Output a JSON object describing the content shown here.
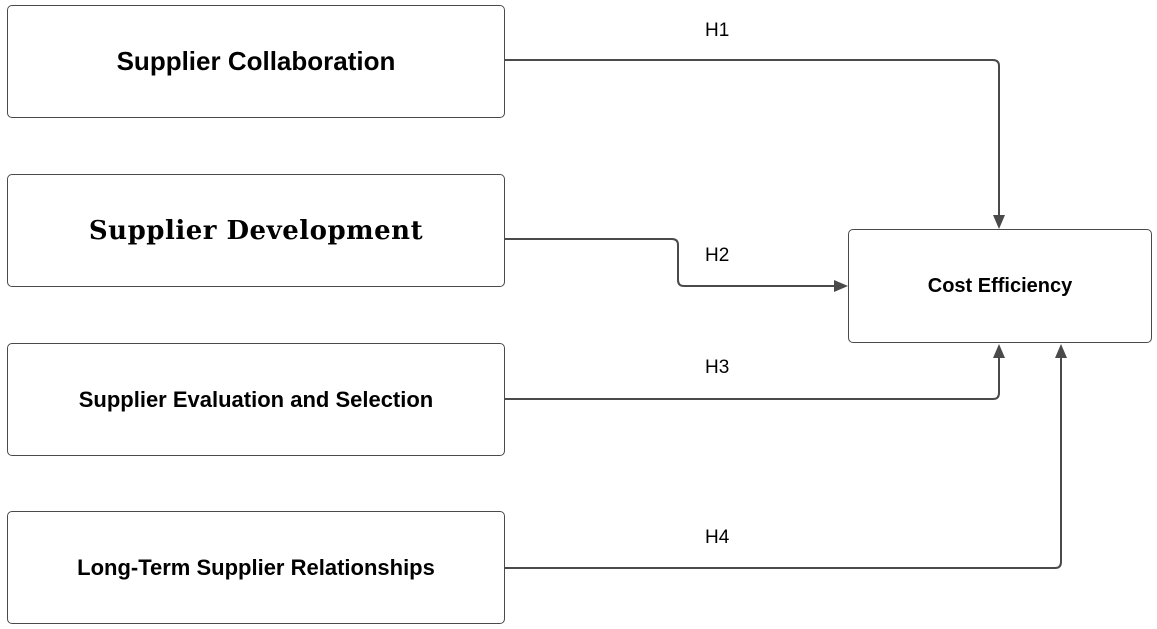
{
  "constructs": {
    "supplier_collaboration": "Supplier Collaboration",
    "supplier_development": "Supplier Development",
    "supplier_evaluation": "Supplier Evaluation and Selection",
    "long_term_relationships": "Long-Term Supplier Relationships",
    "cost_efficiency": "Cost Efficiency"
  },
  "hypotheses": {
    "h1": "H1",
    "h2": "H2",
    "h3": "H3",
    "h4": "H4"
  },
  "colors": {
    "line": "#4a4a4a",
    "text": "#000000",
    "background": "#ffffff"
  }
}
